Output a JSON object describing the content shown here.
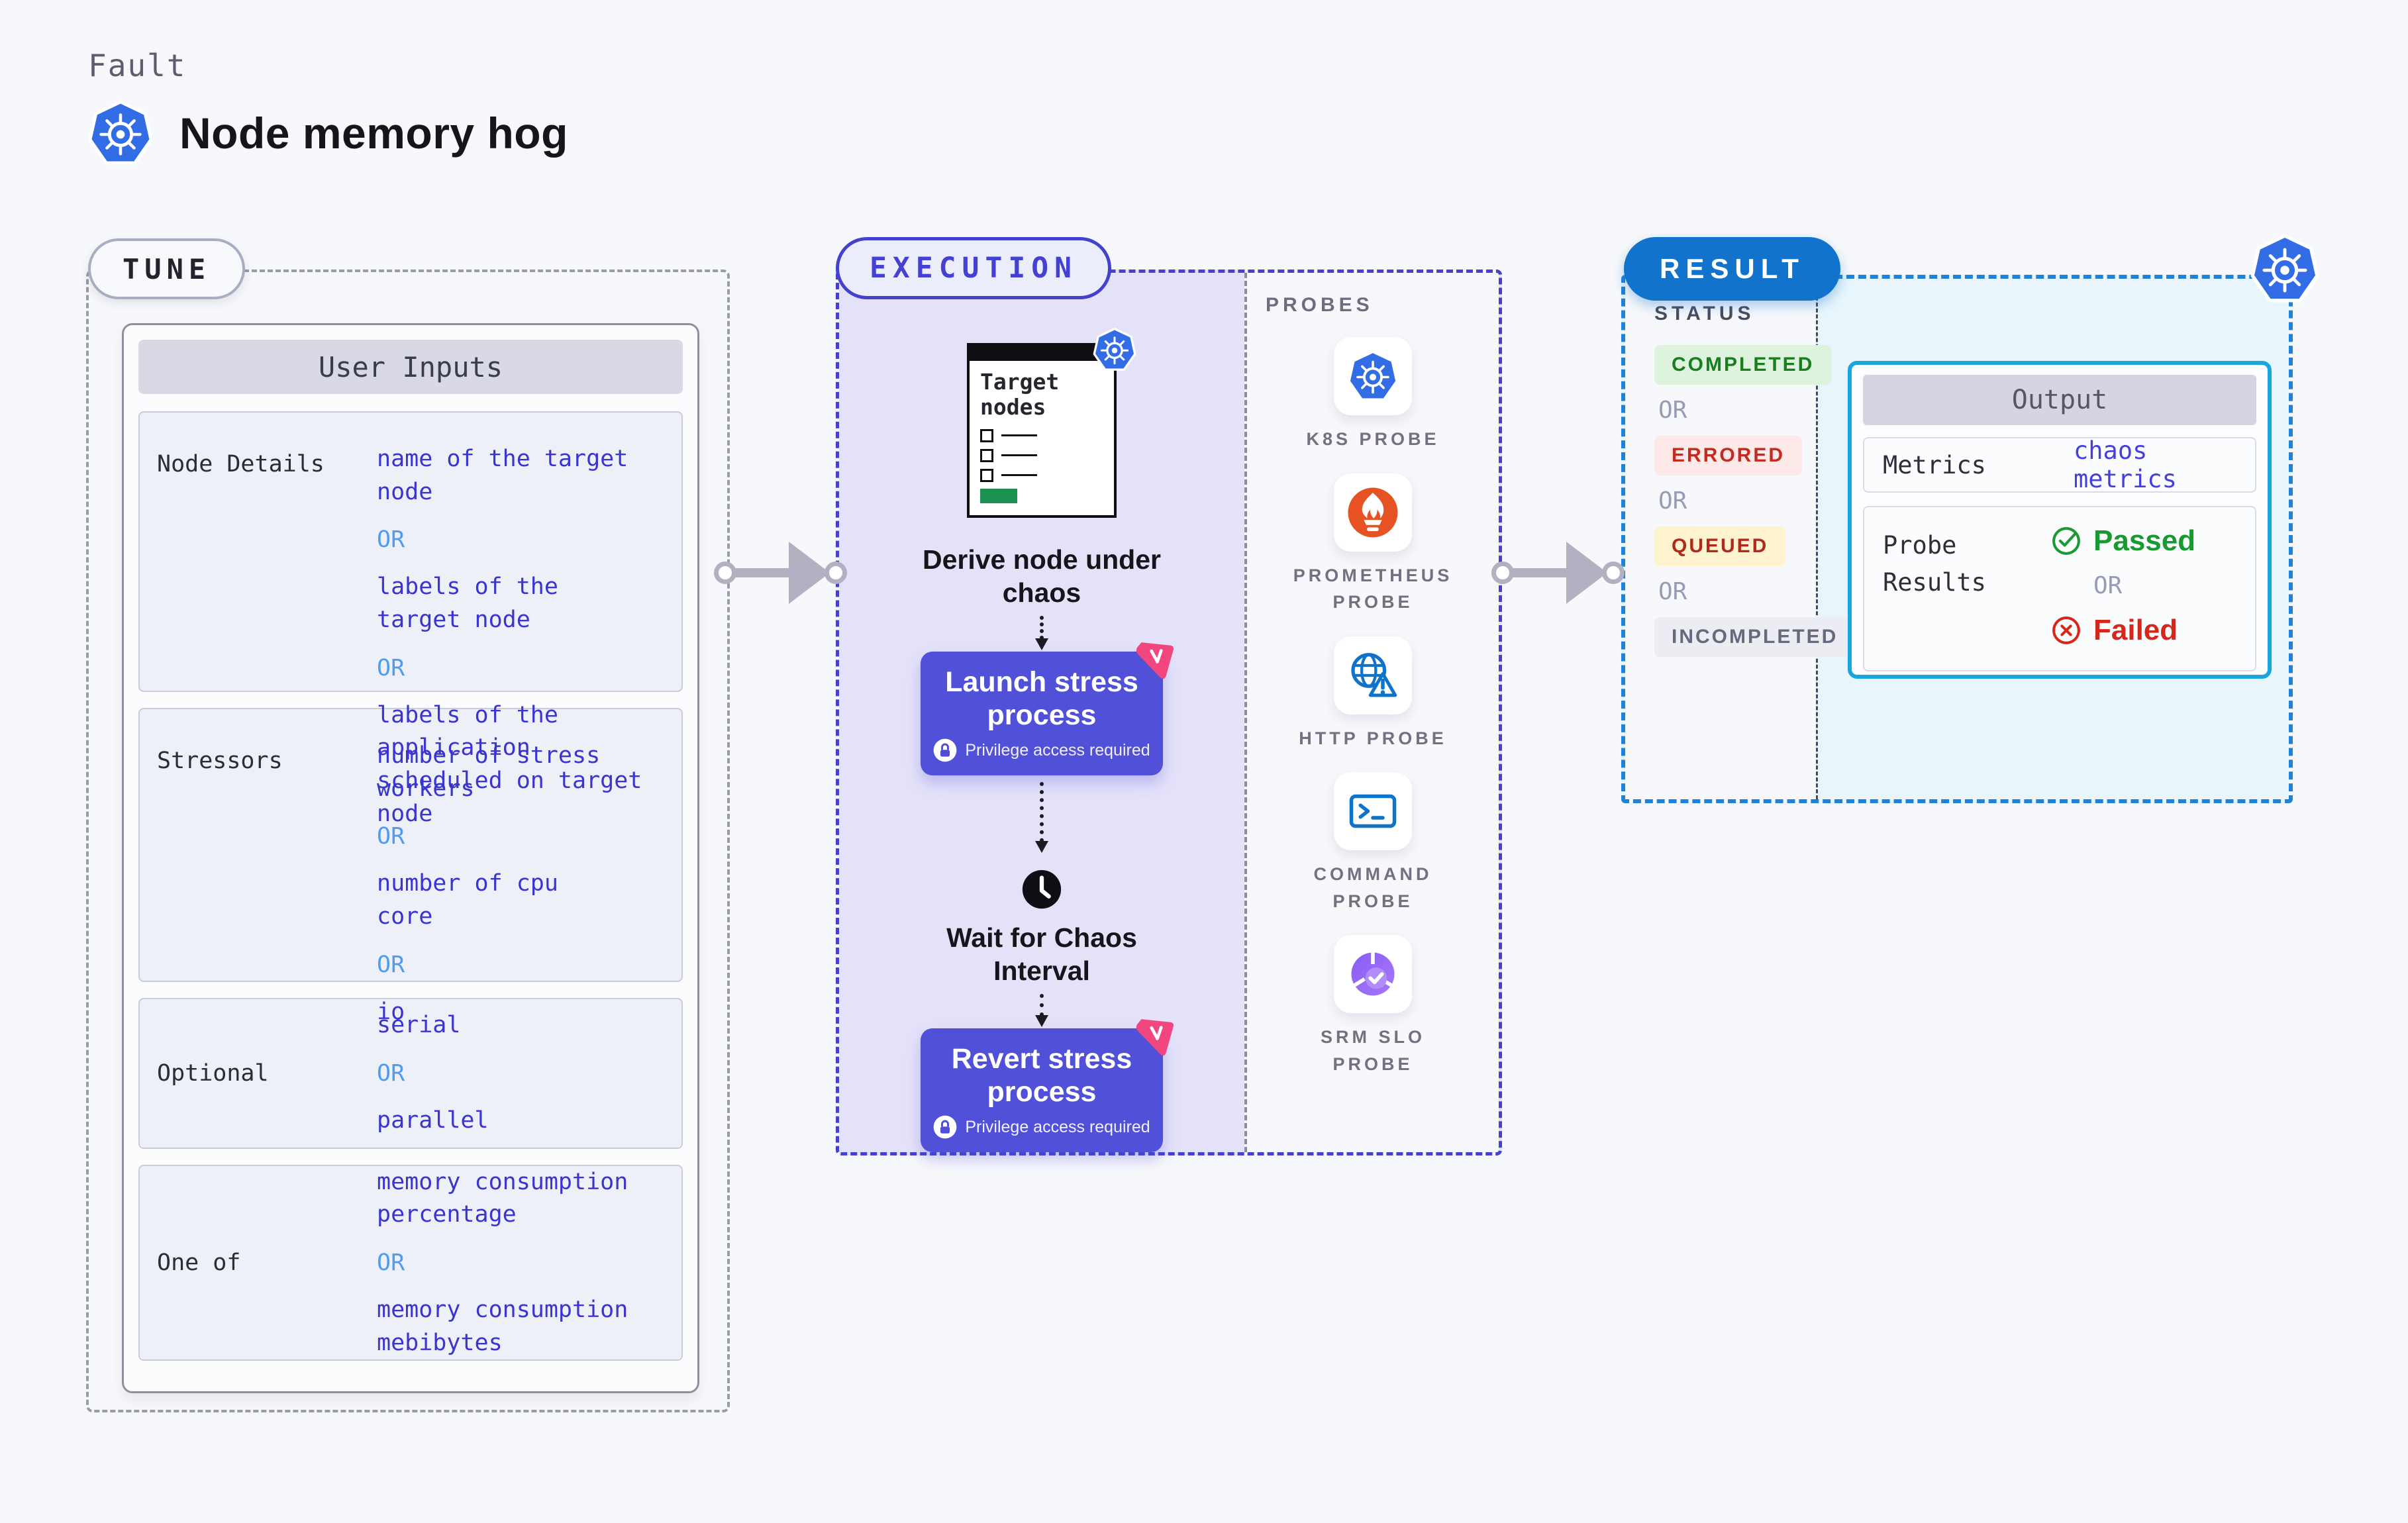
{
  "page": {
    "fault_label": "Fault",
    "title": "Node memory hog"
  },
  "tune": {
    "badge": "TUNE",
    "user_inputs_title": "User Inputs",
    "rows": [
      {
        "label": "Node Details",
        "items": [
          {
            "kind": "value",
            "text": "name of the target\nnode"
          },
          {
            "kind": "or",
            "text": "OR"
          },
          {
            "kind": "value",
            "text": "labels of the\ntarget node"
          },
          {
            "kind": "or",
            "text": "OR"
          },
          {
            "kind": "value",
            "text": "labels of the application\n scheduled on target node"
          }
        ]
      },
      {
        "label": "Stressors",
        "items": [
          {
            "kind": "value",
            "text": "number of stress\nworkers"
          },
          {
            "kind": "or",
            "text": "OR"
          },
          {
            "kind": "value",
            "text": "number of cpu\ncore"
          },
          {
            "kind": "or",
            "text": "OR"
          },
          {
            "kind": "value",
            "text": "io"
          }
        ]
      },
      {
        "label": "Optional",
        "items": [
          {
            "kind": "value",
            "text": "serial"
          },
          {
            "kind": "or",
            "text": "OR"
          },
          {
            "kind": "value",
            "text": "parallel"
          }
        ]
      },
      {
        "label": "One of",
        "items": [
          {
            "kind": "value",
            "text": "memory consumption\npercentage"
          },
          {
            "kind": "or",
            "text": "OR"
          },
          {
            "kind": "value",
            "text": "memory consumption\nmebibytes"
          }
        ]
      }
    ]
  },
  "execution": {
    "badge": "EXECUTION",
    "target_card_title": "Target\nnodes",
    "derive_caption": "Derive node under\nchaos",
    "launch_title": "Launch stress\nprocess",
    "launch_privilege": "Privilege access required",
    "wait_caption": "Wait for Chaos\nInterval",
    "revert_title": "Revert stress\nprocess",
    "revert_privilege": "Privilege access required"
  },
  "probes": {
    "heading": "PROBES",
    "items": [
      {
        "icon": "kubernetes-icon",
        "label": "K8S PROBE"
      },
      {
        "icon": "prometheus-icon",
        "label": "PROMETHEUS\nPROBE"
      },
      {
        "icon": "http-globe-warning-icon",
        "label": "HTTP PROBE"
      },
      {
        "icon": "command-terminal-icon",
        "label": "COMMAND\nPROBE"
      },
      {
        "icon": "srm-slo-icon",
        "label": "SRM SLO\nPROBE"
      }
    ]
  },
  "result": {
    "badge": "RESULT",
    "status_heading": "STATUS",
    "statuses": [
      {
        "kind": "completed",
        "text": "COMPLETED"
      },
      {
        "kind": "or",
        "text": "OR"
      },
      {
        "kind": "errored",
        "text": "ERRORED"
      },
      {
        "kind": "or",
        "text": "OR"
      },
      {
        "kind": "queued",
        "text": "QUEUED"
      },
      {
        "kind": "or",
        "text": "OR"
      },
      {
        "kind": "incompleted",
        "text": "INCOMPLETED"
      }
    ],
    "output": {
      "title": "Output",
      "metrics_label": "Metrics",
      "metrics_value": "chaos metrics",
      "probe_results_label": "Probe\nResults",
      "passed": "Passed",
      "or": "OR",
      "failed": "Failed"
    }
  },
  "colors": {
    "page_bg": "#f7f8fb",
    "value_indigo": "#3a34d0",
    "or_blue": "#4f9cf2",
    "execution_border": "#4341cd",
    "execution_bg": "#e4e2f9",
    "process_button": "#5150d8",
    "pink_flag": "#f2477e",
    "result_blue": "#1273cd",
    "result_border": "#1d82d8",
    "output_border": "#17a6de",
    "output_area_bg": "#e8f6fc",
    "completed_green": "#1a7d20",
    "errored_red": "#c62a1f",
    "queued_text": "#b02a1c",
    "passed_green": "#179a2f",
    "failed_red": "#d6271c",
    "kubernetes_blue": "#326de6",
    "prometheus_orange": "#e75225",
    "probe_icon_blue": "#0f74c9",
    "srm_purple": "#8a5cf5",
    "progress_green": "#1d9150",
    "connector_gray": "#b1b1c2"
  }
}
